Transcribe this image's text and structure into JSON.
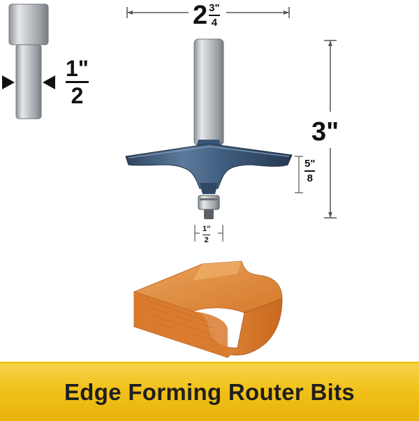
{
  "dimensions": {
    "cut_width": {
      "whole": "2",
      "num": "3\"",
      "den": "4"
    },
    "shank": {
      "num": "1\"",
      "den": "2"
    },
    "overall_length": "3\"",
    "cutting_height": {
      "num": "5\"",
      "den": "8"
    },
    "bearing": {
      "num": "1\"",
      "den": "2"
    }
  },
  "banner": {
    "title": "Edge Forming Router Bits"
  },
  "colors": {
    "bit_blue": "#3e5a7a",
    "shank_steel": "#c8ccd0",
    "wood": "#d9813a",
    "banner_yellow": "#f2c21a"
  },
  "icons": {
    "shank_icon": "shank-diagram-icon",
    "router_bit": "router-bit-icon",
    "wood_profile": "wood-profile-icon"
  }
}
